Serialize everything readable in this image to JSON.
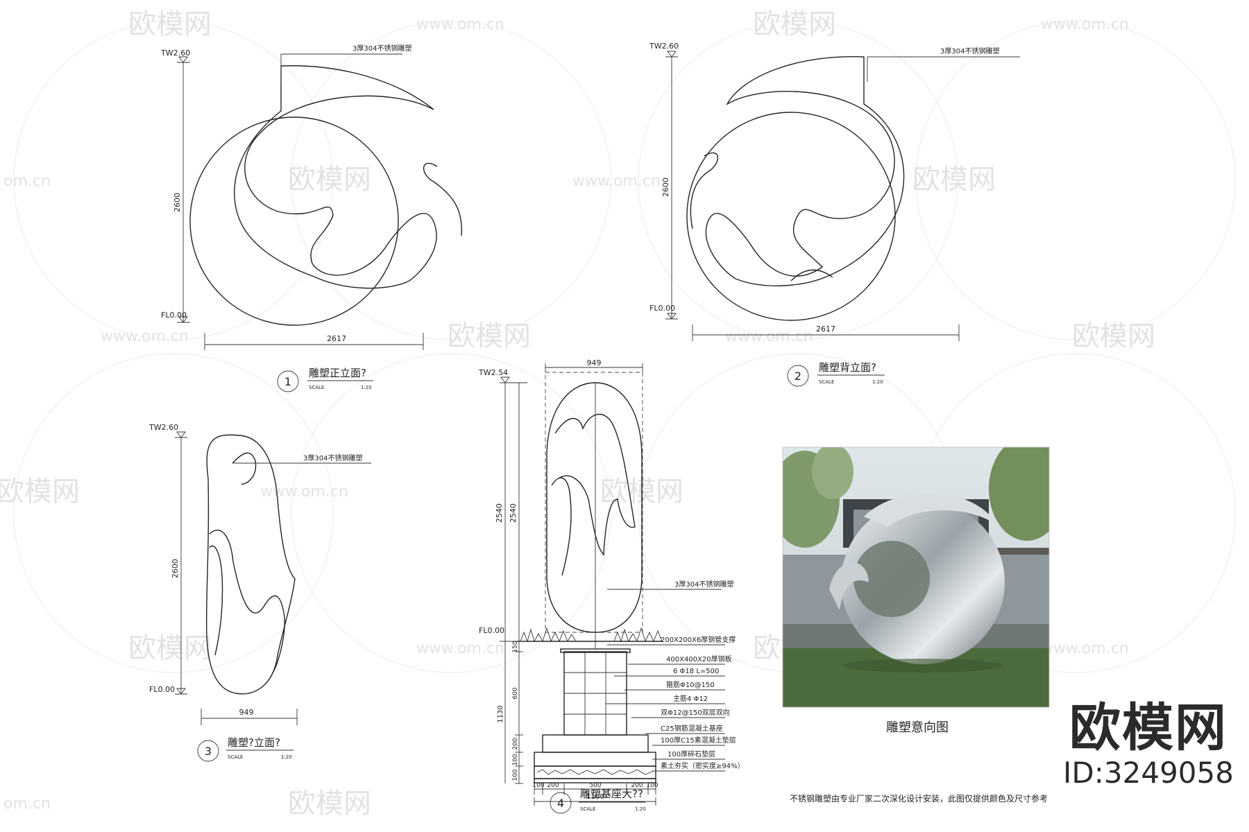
{
  "watermark": {
    "brand": "欧模网",
    "url": "www.om.cn",
    "url_short": "om.cn"
  },
  "drawing1": {
    "number": "1",
    "title": "雕塑正立面?",
    "scale_label": "SCALE",
    "scale": "1:20",
    "top_level": "TW2.60",
    "floor_level": "FL0.00",
    "height": "2600",
    "width": "2617",
    "material_note": "3厚304不锈钢雕塑"
  },
  "drawing2": {
    "number": "2",
    "title": "雕塑背立面?",
    "scale_label": "SCALE",
    "scale": "1:20",
    "top_level": "TW2.60",
    "floor_level": "FL0.00",
    "height": "2600",
    "width": "2617",
    "material_note": "3厚304不锈钢雕塑"
  },
  "drawing3": {
    "number": "3",
    "title": "雕塑?立面?",
    "scale_label": "SCALE",
    "scale": "1:20",
    "top_level": "TW2.60",
    "floor_level": "FL0.00",
    "height": "2600",
    "width": "949",
    "material_note": "3厚304不锈钢雕塑"
  },
  "drawing4": {
    "number": "4",
    "title": "雕塑基座大??",
    "scale_label": "SCALE",
    "scale": "1:20",
    "top_level": "TW2.54",
    "floor_level": "FL0.00",
    "top_width": "949",
    "height_a": "2540",
    "height_b": "2540",
    "dims_left": [
      "150",
      "600",
      "200",
      "100",
      "100"
    ],
    "dim_total_left": "1130",
    "dims_bottom": [
      "100",
      "200",
      "500",
      "200",
      "100"
    ],
    "dim_total_bottom": "1100",
    "notes": [
      "3厚304不锈钢雕塑",
      "200X200X6厚钢管支撑",
      "400X400X20厚钢板",
      "6 Φ18 L=500",
      "箍筋Φ10@150",
      "主筋4 Φ12",
      "双Φ12@150双层双向",
      "C25钢筋混凝土基座",
      "100厚C15素混凝土垫层",
      "100厚碎石垫层",
      "素土夯实（密实度≥94%）"
    ]
  },
  "photo": {
    "caption": "雕塑意向图"
  },
  "footer_note": "不锈钢雕塑由专业厂家二次深化设计安装，此图仅提供颜色及尺寸参考",
  "brand": {
    "name": "欧模网",
    "id": "ID:3249058"
  },
  "colors": {
    "line": "#222222",
    "watermark": "#e2e2e2",
    "sky": "#cfd8dc",
    "grass": "#4c6b3c"
  }
}
